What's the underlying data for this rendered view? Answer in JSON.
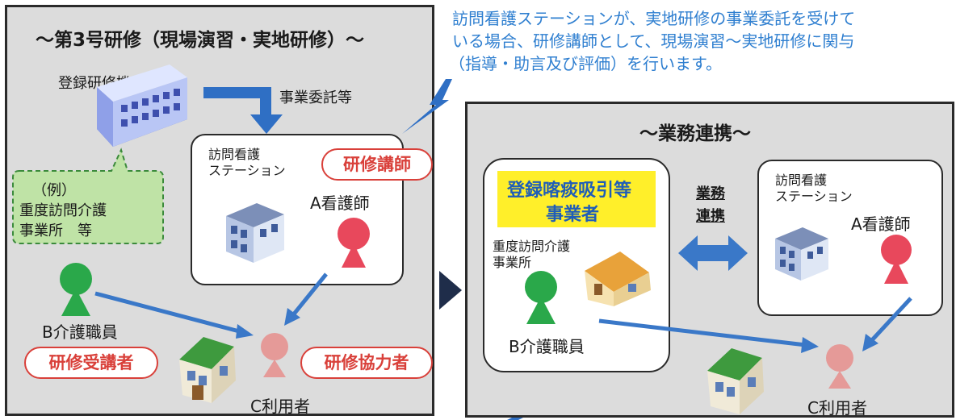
{
  "colors": {
    "panel_bg": "#dcdcdc",
    "accent_red": "#d9403a",
    "accent_blue": "#3a78c8",
    "note_blue": "#2f7fd0",
    "person_green": "#2aa84a",
    "person_red": "#e8485c",
    "person_pink": "#e59a98",
    "yellow_label": "#ffef2a",
    "speech_green": "#bfe3a6"
  },
  "left_panel": {
    "title": "～第3号研修（現場演習・実地研修）～",
    "institution_label": "登録研修機関",
    "commission_label": "事業委託等",
    "speech_bubble": {
      "line1": "（例）",
      "line2": "重度訪問介護",
      "line3": "事業所　等"
    },
    "station_line1": "訪問看護",
    "station_line2": "ステーション",
    "instructor_pill": "研修講師",
    "nurse_a": "A看護師",
    "caregiver_b": "B介護職員",
    "trainee_pill": "研修受講者",
    "cooperator_pill": "研修協力者",
    "user_c": "C利用者"
  },
  "top_note": {
    "line1": "訪問看護ステーションが、実地研修の事業委託を受けて",
    "line2": "いる場合、研修講師として、現場演習～実地研修に関与",
    "line3": "（指導・助言及び評価）を行います。"
  },
  "right_panel": {
    "title": "～業務連携～",
    "registered_line1": "登録喀痰吸引等",
    "registered_line2": "事業者",
    "office_line1": "重度訪問介護",
    "office_line2": "事業所",
    "caregiver_b": "B介護職員",
    "cooperation_line1": "業務",
    "cooperation_line2": "連携",
    "station_line1": "訪問看護",
    "station_line2": "ステーション",
    "nurse_a": "A看護師",
    "user_c": "C利用者"
  }
}
